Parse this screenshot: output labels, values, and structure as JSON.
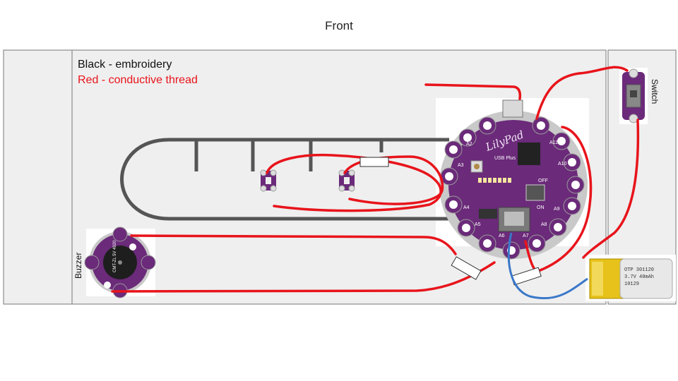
{
  "page": {
    "title": "Front"
  },
  "legend": {
    "black": "Black - embroidery",
    "red": "Red - conductive thread"
  },
  "labels": {
    "buzzer": "Buzzer",
    "switch": "Switch"
  },
  "board": {
    "brand": "LilyPad",
    "model": "USB Plus",
    "pins": [
      "A2",
      "A3",
      "A4",
      "A5",
      "A6",
      "A7",
      "A8",
      "A9",
      "A10",
      "A11",
      "ON",
      "OFF"
    ]
  },
  "buzzer_text": "CMT-ZL 5V 4920",
  "battery": {
    "text_line1": "OTP 301120",
    "text_line2": "3.7V 40mAh",
    "text_line3": "10129"
  },
  "colors": {
    "embroidery": "#555555",
    "conductive_thread": "#e8141b",
    "battery_wire": "#3a78c9",
    "board_purple": "#6b2a7a",
    "panel_bg": "#efefef"
  }
}
